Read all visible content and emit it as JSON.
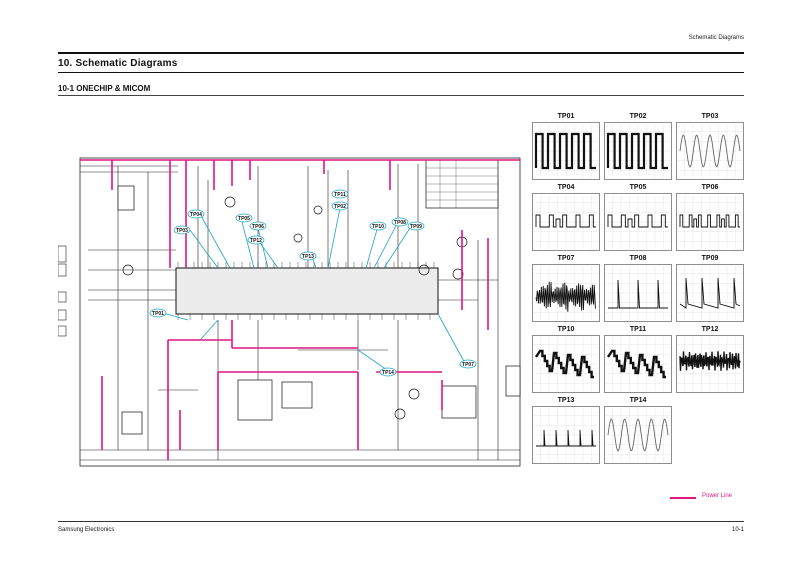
{
  "header": {
    "section_name": "Schematic Diagrams"
  },
  "title": "10. Schematic Diagrams",
  "subtitle": "10-1 ONECHIP & MICOM",
  "colors": {
    "power_line": "#e0157f",
    "callout": "#1aa3c8",
    "ink": "#111111"
  },
  "schematic": {
    "callouts": [
      "TP01",
      "TP02",
      "TP03",
      "TP04",
      "TP05",
      "TP06",
      "TP07",
      "TP08",
      "TP09",
      "TP10",
      "TP11",
      "TP12",
      "TP13",
      "TP14"
    ]
  },
  "test_points": [
    {
      "label": "TP01",
      "wave": "square-wide"
    },
    {
      "label": "TP02",
      "wave": "square-wide"
    },
    {
      "label": "TP03",
      "wave": "sine"
    },
    {
      "label": "TP04",
      "wave": "digital"
    },
    {
      "label": "TP05",
      "wave": "digital"
    },
    {
      "label": "TP06",
      "wave": "digital-dense"
    },
    {
      "label": "TP07",
      "wave": "burst"
    },
    {
      "label": "TP08",
      "wave": "pulse"
    },
    {
      "label": "TP09",
      "wave": "sawtooth-pulse"
    },
    {
      "label": "TP10",
      "wave": "staircase"
    },
    {
      "label": "TP11",
      "wave": "staircase"
    },
    {
      "label": "TP12",
      "wave": "noise-band"
    },
    {
      "label": "TP13",
      "wave": "spikes"
    },
    {
      "label": "TP14",
      "wave": "sine"
    }
  ],
  "legend": {
    "label": "Power Line"
  },
  "footer": {
    "left": "Samsung Electronics",
    "right": "10-1"
  }
}
